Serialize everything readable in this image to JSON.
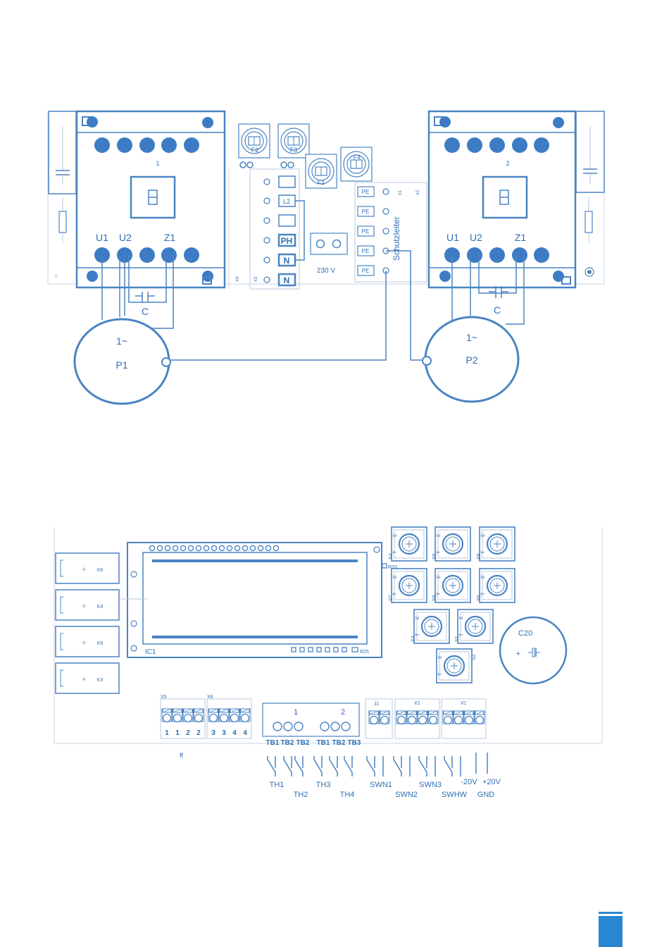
{
  "colors": {
    "line": "#4a84c3",
    "fill": "#3d7cc4",
    "text": "#2f6fb5",
    "light": "#b8c9dc",
    "badge": "#2a86cf"
  },
  "top": {
    "contactor_1_label": "1",
    "contactor_2_label": "2",
    "terminal_u1": "U1",
    "terminal_u2": "U2",
    "terminal_z1": "Z1",
    "capacitor_label": "C",
    "motor_phase": "1~",
    "motor_1_label": "P1",
    "motor_2_label": "P2",
    "fuse_labels": [
      "F2",
      "F3",
      "F1",
      "F4"
    ],
    "mains_terminals": [
      "L2",
      "PH",
      "N",
      "N"
    ],
    "mains_block_labels": [
      "X4",
      "X3"
    ],
    "voltage_label": "230 V",
    "pe_labels": [
      "PE",
      "PE",
      "PE",
      "PE",
      "PE"
    ],
    "pe_block_labels": [
      "X1",
      "X2"
    ],
    "earth_label": "Schutzleiter"
  },
  "bottom": {
    "relays": [
      "K6",
      "K4",
      "K5",
      "K3"
    ],
    "display_label": "IC1",
    "resistor_top": "R33",
    "resistor_bottom": "R25",
    "buttons": [
      "S4",
      "S6",
      "S8",
      "S7",
      "S9",
      "S5",
      "S3",
      "S1",
      "S2"
    ],
    "capacitor_label": "C20",
    "capacitor_plus": "+",
    "block_x5": "X5",
    "block_x6": "X6",
    "x5_pins": [
      "1",
      "1",
      "2",
      "2"
    ],
    "x6_pins": [
      "3",
      "3",
      "4",
      "4"
    ],
    "block_tb_left": "1",
    "block_tb_right": "2",
    "tb_labels": [
      "TB1",
      "TB2",
      "TB2",
      "TB1",
      "TB2",
      "TB3"
    ],
    "block_j1": "J1",
    "block_x2": "X2",
    "block_x1": "X1",
    "stray_mark": "ff",
    "switch_labels_row1": [
      "TH1",
      "TH3",
      "SWN1",
      "SWN3",
      "-20V",
      "+20V"
    ],
    "switch_labels_row2": [
      "TH2",
      "TH4",
      "SWN2",
      "SWHW",
      "GND"
    ]
  }
}
